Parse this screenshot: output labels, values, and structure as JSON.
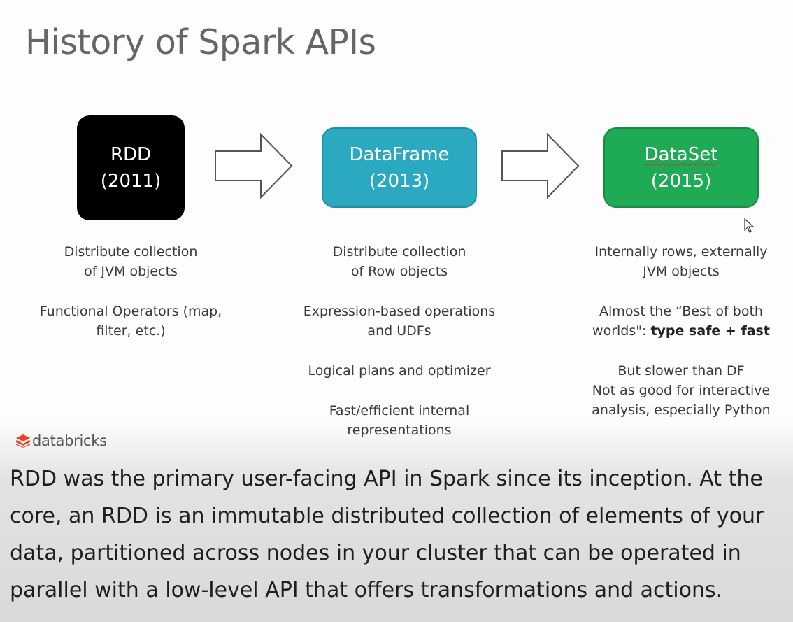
{
  "slide": {
    "title": "History of Spark APIs",
    "brand": "databricks",
    "colors": {
      "rdd": "#000000",
      "dataframe": "#2aa9c0",
      "dataset": "#1faa56"
    },
    "apis": [
      {
        "name": "RDD",
        "year": "(2011)",
        "desc": [
          {
            "line1": "Distribute collection",
            "line2": "of JVM objects"
          },
          {
            "line1": "Functional Operators (map,",
            "line2": "filter, etc.)"
          }
        ]
      },
      {
        "name": "DataFrame",
        "year": "(2013)",
        "desc": [
          {
            "line1": "Distribute collection",
            "line2": "of Row objects"
          },
          {
            "line1": "Expression-based operations",
            "line2": "and UDFs"
          },
          {
            "line1": "Logical plans and optimizer"
          },
          {
            "line1": "Fast/efficient internal",
            "line2": "representations"
          }
        ]
      },
      {
        "name": "DataSet",
        "year": "(2015)",
        "desc": [
          {
            "line1": "Internally rows, externally",
            "line2": "JVM objects"
          },
          {
            "line1": "Almost the “Best of both",
            "line2_prefix": "worlds\": ",
            "line2_bold": "type safe + fast"
          },
          {
            "line1": "But slower than DF",
            "line2": "Not as good for interactive",
            "line3": "analysis, especially Python"
          }
        ]
      }
    ]
  },
  "caption": "RDD was the primary user-facing API in Spark since its inception. At the core, an RDD is an immutable distributed collection of elements of your data, partitioned across nodes in your cluster that can be operated in parallel with a low-level API that offers transformations and actions."
}
